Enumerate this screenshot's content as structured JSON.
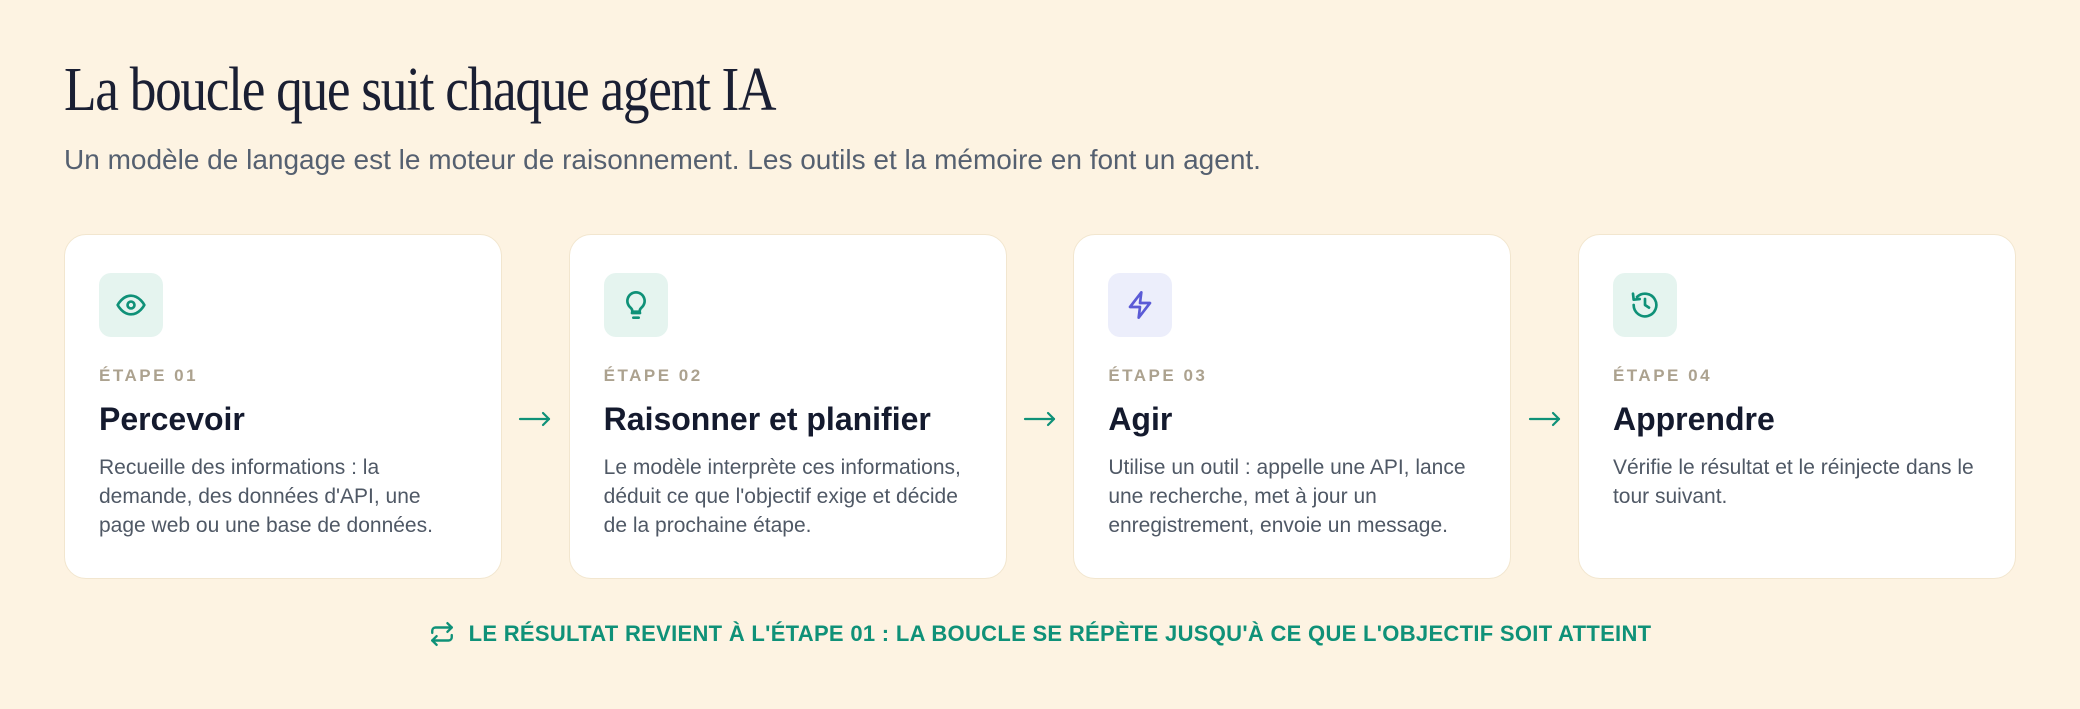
{
  "header": {
    "title": "La boucle que suit chaque agent IA",
    "subtitle": "Un modèle de langage est le moteur de raisonnement. Les outils et la mémoire en font un agent."
  },
  "colors": {
    "background": "#fdf3e2",
    "accent_teal": "#0f9178",
    "accent_indigo": "#5b5bd6",
    "tile_teal": "#e5f4ef",
    "tile_indigo": "#eceefb"
  },
  "steps": [
    {
      "label": "ÉTAPE 01",
      "title": "Percevoir",
      "description": "Recueille des informations : la demande, des données d'API, une page web ou une base de données.",
      "icon": "eye-icon"
    },
    {
      "label": "ÉTAPE 02",
      "title": "Raisonner et planifier",
      "description": "Le modèle interprète ces informations, déduit ce que l'objectif exige et décide de la prochaine étape.",
      "icon": "lightbulb-icon"
    },
    {
      "label": "ÉTAPE 03",
      "title": "Agir",
      "description": "Utilise un outil : appelle une API, lance une recherche, met à jour un enregistrement, envoie un message.",
      "icon": "lightning-icon"
    },
    {
      "label": "ÉTAPE 04",
      "title": "Apprendre",
      "description": "Vérifie le résultat et le réinjecte dans le tour suivant.",
      "icon": "history-icon"
    }
  ],
  "footer": {
    "loop_text": "LE RÉSULTAT REVIENT À L'ÉTAPE 01 : LA BOUCLE SE RÉPÈTE JUSQU'À CE QUE L'OBJECTIF SOIT ATTEINT",
    "icon": "repeat-icon"
  }
}
